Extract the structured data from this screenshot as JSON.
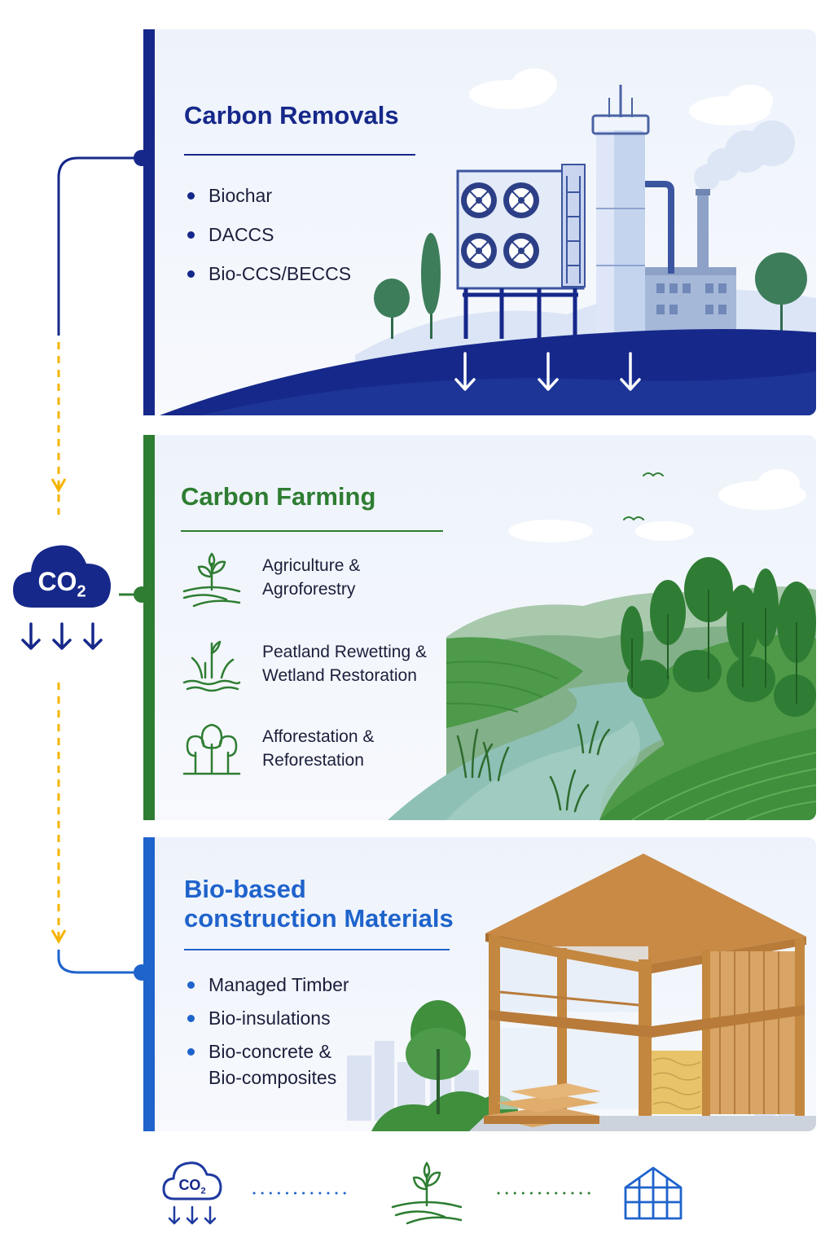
{
  "source": {
    "co2_label": "CO",
    "co2_subscript": "2"
  },
  "sections": {
    "removals": {
      "title": "Carbon Removals",
      "items": [
        "Biochar",
        "DACCS",
        "Bio-CCS/BECCS"
      ]
    },
    "farming": {
      "title": "Carbon Farming",
      "items": [
        {
          "line1": "Agriculture &",
          "line2": "Agroforestry"
        },
        {
          "line1": "Peatland Rewetting &",
          "line2": "Wetland Restoration"
        },
        {
          "line1": "Afforestation &",
          "line2": "Reforestation"
        }
      ]
    },
    "materials": {
      "title_line1": "Bio-based",
      "title_line2": "construction Materials",
      "items": [
        "Managed Timber",
        "Bio-insulations",
        "Bio-concrete &",
        "Bio-composites"
      ]
    }
  },
  "footer": {
    "co2_label": "CO",
    "co2_subscript": "2"
  },
  "colors": {
    "removals": "#16288a",
    "farming": "#2e7d32",
    "materials": "#1f63cc",
    "flow_dashes": "#f5b400"
  }
}
